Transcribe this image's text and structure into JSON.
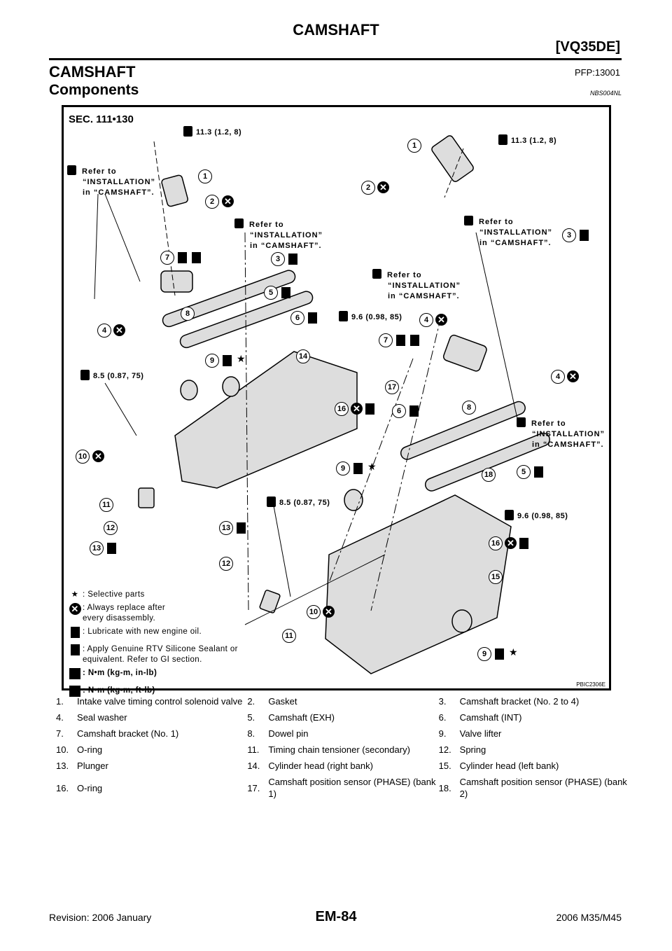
{
  "header": {
    "title": "CAMSHAFT",
    "engine": "[VQ35DE]"
  },
  "section": {
    "title": "CAMSHAFT",
    "pfp": "PFP:13001",
    "subtitle": "Components",
    "ref_code": "NBS004NL"
  },
  "diagram": {
    "sec": "SEC. 111•130",
    "torques": [
      "11.3 (1.2, 8)",
      "11.3 (1.2, 8)",
      "9.6 (0.98, 85)",
      "9.6 (0.98, 85)",
      "8.5 (0.87, 75)",
      "8.5 (0.87, 75)"
    ],
    "refer": {
      "l1": "Refer to",
      "l2": "“INSTALLATION”",
      "l3": "in “CAMSHAFT”."
    },
    "callouts": [
      "1",
      "2",
      "3",
      "4",
      "5",
      "6",
      "7",
      "8",
      "9",
      "10",
      "11",
      "12",
      "13",
      "14",
      "15",
      "16",
      "17",
      "18"
    ],
    "legend": [
      {
        "icon": "star-icon",
        "text": ": Selective parts"
      },
      {
        "icon": "replace-icon",
        "text": ": Always replace after every disassembly."
      },
      {
        "icon": "oil-icon",
        "text": ": Lubricate with new engine oil."
      },
      {
        "icon": "sealant-icon",
        "text": ": Apply Genuine RTV Silicone Sealant or equivalent. Refer to GI section."
      },
      {
        "icon": "torque-inlb-icon",
        "text": ": N•m (kg-m, in-lb)"
      },
      {
        "icon": "torque-ftlb-icon",
        "text": ": N•m (kg-m, ft-lb)"
      }
    ],
    "figure_id": "PBIC2306E"
  },
  "parts": [
    [
      {
        "n": "1.",
        "t": "Intake valve timing control solenoid valve"
      },
      {
        "n": "2.",
        "t": "Gasket"
      },
      {
        "n": "3.",
        "t": "Camshaft bracket (No. 2 to 4)"
      }
    ],
    [
      {
        "n": "4.",
        "t": "Seal washer"
      },
      {
        "n": "5.",
        "t": "Camshaft (EXH)"
      },
      {
        "n": "6.",
        "t": "Camshaft (INT)"
      }
    ],
    [
      {
        "n": "7.",
        "t": "Camshaft bracket (No. 1)"
      },
      {
        "n": "8.",
        "t": "Dowel pin"
      },
      {
        "n": "9.",
        "t": "Valve lifter"
      }
    ],
    [
      {
        "n": "10.",
        "t": "O-ring"
      },
      {
        "n": "11.",
        "t": "Timing chain tensioner (secondary)"
      },
      {
        "n": "12.",
        "t": "Spring"
      }
    ],
    [
      {
        "n": "13.",
        "t": "Plunger"
      },
      {
        "n": "14.",
        "t": "Cylinder head (right bank)"
      },
      {
        "n": "15.",
        "t": "Cylinder head (left bank)"
      }
    ],
    [
      {
        "n": "16.",
        "t": "O-ring"
      },
      {
        "n": "17.",
        "t": "Camshaft position sensor (PHASE) (bank 1)"
      },
      {
        "n": "18.",
        "t": "Camshaft position sensor (PHASE) (bank 2)"
      }
    ]
  ],
  "footer": {
    "revision": "Revision: 2006 January",
    "page": "EM-84",
    "model": "2006 M35/M45"
  }
}
